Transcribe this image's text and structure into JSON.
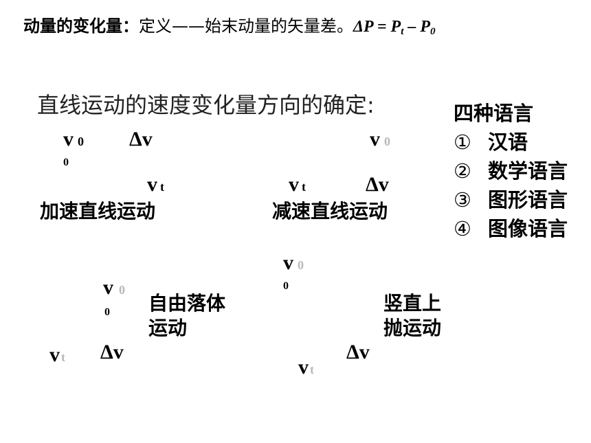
{
  "header": {
    "title_bold": "动量的变化量：",
    "definition": "定义——始末动量的矢量差。",
    "formula_delta_p": "ΔP",
    "formula_eq": " = ",
    "formula_p": "P",
    "formula_t": "t",
    "formula_minus": " – ",
    "formula_p0": "P",
    "formula_0": "0"
  },
  "subtitle": "直线运动的速度变化量方向的确定:",
  "languages": {
    "title": "四种语言",
    "items": [
      {
        "num": "①",
        "label": "汉语"
      },
      {
        "num": "②",
        "label": "数学语言"
      },
      {
        "num": "③",
        "label": "图形语言"
      },
      {
        "num": "④",
        "label": "图像语言"
      }
    ]
  },
  "symbols": {
    "v": "v",
    "zero": "0",
    "t": "t",
    "delta_v": "Δv"
  },
  "cases": {
    "accelerated": "加速直线运动",
    "decelerated": "减速直线运动",
    "free_fall_line1": "自由落体",
    "free_fall_line2": "运动",
    "vertical_line1": "竖直上",
    "vertical_line2": "抛运动"
  }
}
